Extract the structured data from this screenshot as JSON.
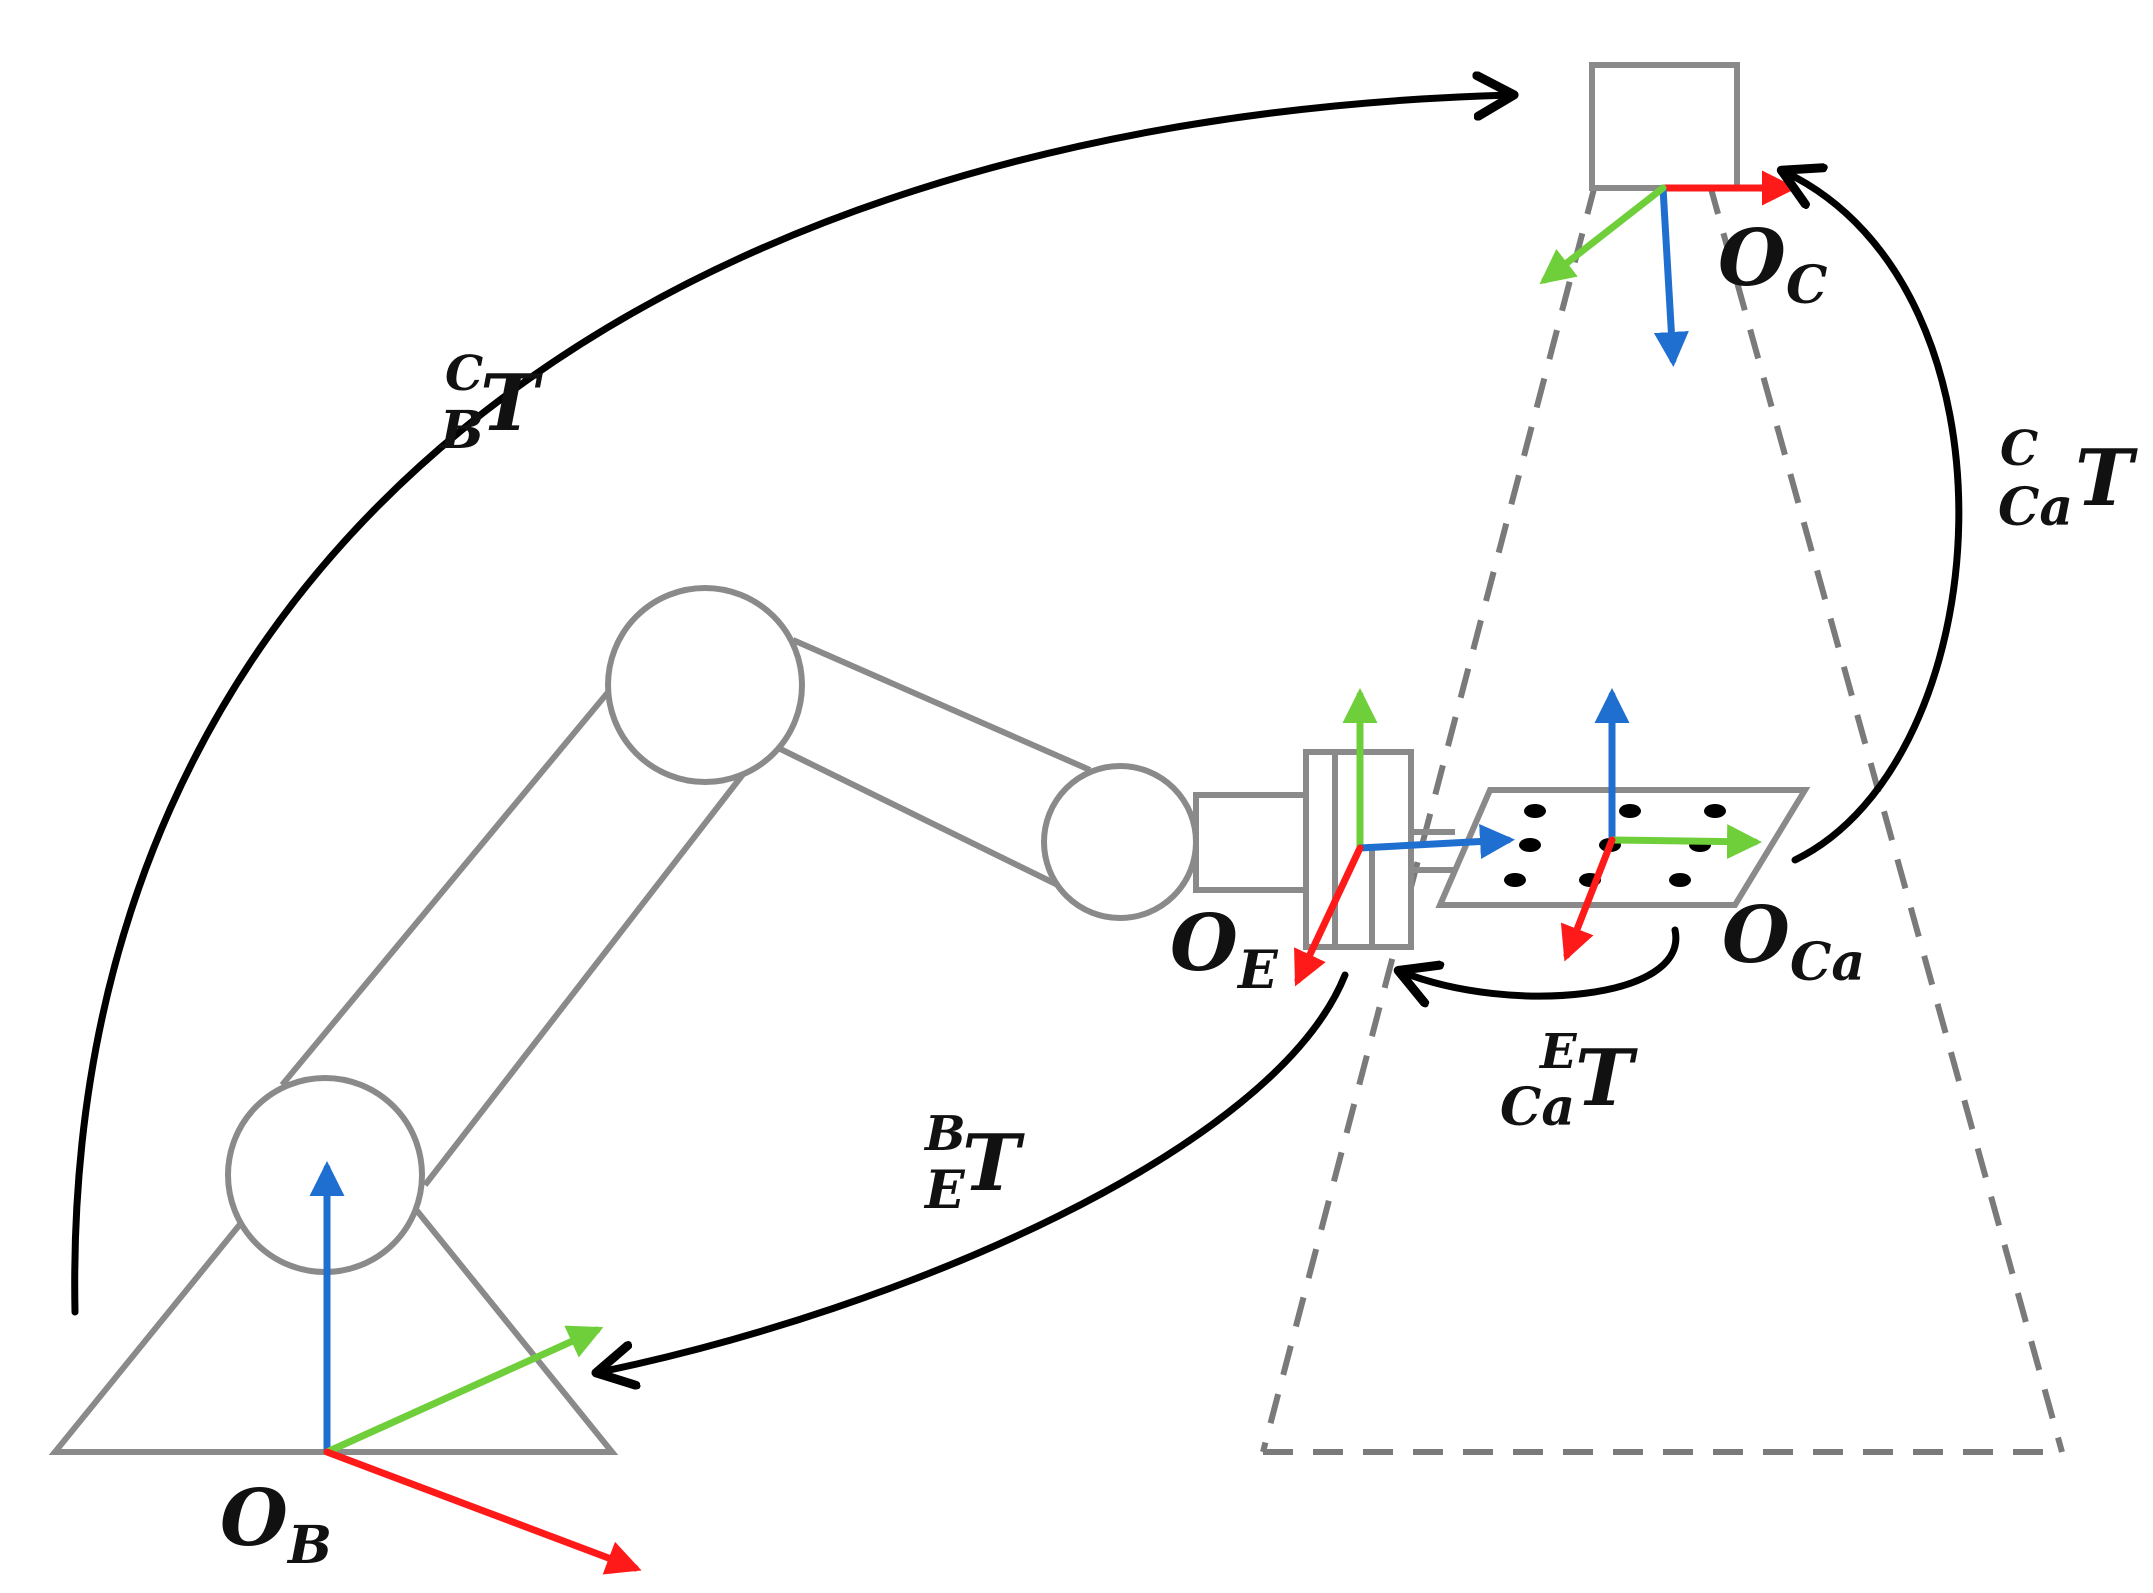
{
  "frames": {
    "base": {
      "symbol": "O",
      "subscript": "B"
    },
    "end_effector": {
      "symbol": "O",
      "subscript": "E"
    },
    "camera": {
      "symbol": "O",
      "subscript": "C"
    },
    "calibration_board": {
      "symbol": "O",
      "subscript": "Ca"
    }
  },
  "transforms": {
    "camera_from_base": {
      "symbol": "T",
      "superscript": "C",
      "subscript": "B"
    },
    "base_from_end_effector": {
      "symbol": "T",
      "superscript": "B",
      "subscript": "E"
    },
    "camera_from_board": {
      "symbol": "T",
      "superscript": "C",
      "subscript": "Ca"
    },
    "end_effector_from_board": {
      "symbol": "T",
      "superscript": "E",
      "subscript": "Ca"
    }
  },
  "colors": {
    "x_axis": "#ff1a1a",
    "y_axis": "#6fcf3a",
    "z_axis": "#1f6fd1",
    "robot_outline": "#8a8a8a",
    "arrow": "#000000"
  }
}
